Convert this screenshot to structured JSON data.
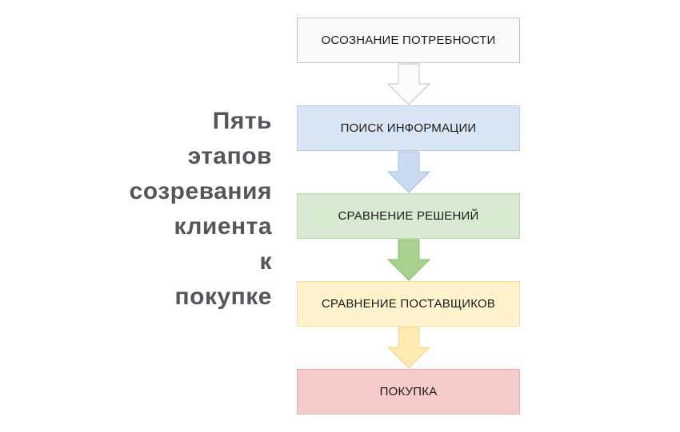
{
  "title": {
    "lines": [
      "Пять",
      "этапов",
      "созревания",
      "клиента",
      "к",
      "покупке"
    ],
    "color": "#55565b"
  },
  "stages": [
    {
      "label": "ОСОЗНАНИЕ ПОТРЕБНОСТИ",
      "box_fill": "#fafafa",
      "box_border": "#c2c2c2",
      "arrow_fill": "#fcfcfc",
      "arrow_border": "#c2c2c2"
    },
    {
      "label": "ПОИСК ИНФОРМАЦИИ",
      "box_fill": "#d8e5f5",
      "box_border": "#b6cce6",
      "arrow_fill": "#c8dbf0",
      "arrow_border": "#a6c1e0"
    },
    {
      "label": "СРАВНЕНИЕ РЕШЕНИЙ",
      "box_fill": "#d9ead3",
      "box_border": "#b7d7aa",
      "arrow_fill": "#a9d08e",
      "arrow_border": "#8bbb6e"
    },
    {
      "label": "СРАВНЕНИЕ ПОСТАВЩИКОВ",
      "box_fill": "#fff2cc",
      "box_border": "#f1de9c",
      "arrow_fill": "#ffeab0",
      "arrow_border": "#ecd491"
    },
    {
      "label": "ПОКУПКА",
      "box_fill": "#f5cbcb",
      "box_border": "#eba9a9"
    }
  ]
}
